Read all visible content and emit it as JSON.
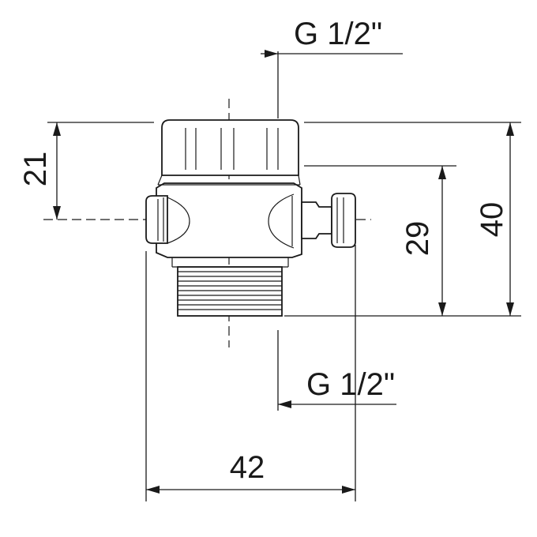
{
  "dimensions": {
    "top_thread": "G 1/2\"",
    "bottom_thread": "G 1/2\"",
    "height_upper": "21",
    "height_lower_body": "29",
    "height_total": "40",
    "width_total": "42"
  }
}
